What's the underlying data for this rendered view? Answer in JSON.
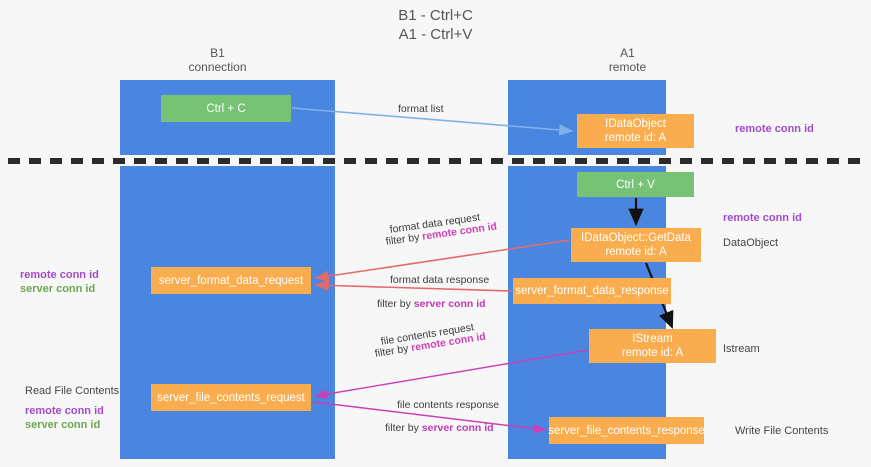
{
  "title": {
    "line1": "B1 - Ctrl+C",
    "line2": "A1 - Ctrl+V"
  },
  "columns": [
    {
      "name": "B1",
      "subtitle": "connection"
    },
    {
      "name": "A1",
      "subtitle": "remote"
    }
  ],
  "nodes": {
    "ctrl_c": {
      "label": "Ctrl + C",
      "color": "#77c376"
    },
    "idataobject": {
      "line1": "IDataObject",
      "line2": "remote id: A",
      "color": "#f9ad4e"
    },
    "ctrl_v": {
      "label": "Ctrl + V",
      "color": "#77c376"
    },
    "getdata": {
      "line1": "IDataObject::GetData",
      "line2": "remote id: A",
      "color": "#f9ad4e"
    },
    "server_format_data_request": {
      "label": "server_format_data_request",
      "color": "#f9ad4e"
    },
    "server_format_data_response": {
      "label": "server_format_data_response",
      "color": "#f9ad4e"
    },
    "istream": {
      "line1": "IStream",
      "line2": "remote id: A",
      "color": "#f9ad4e"
    },
    "server_file_contents_request": {
      "label": "server_file_contents_request",
      "color": "#f9ad4e"
    },
    "server_file_contents_response": {
      "label": "server_file_contents_response",
      "color": "#f9ad4e"
    }
  },
  "edges": {
    "format_list": {
      "label": "format list"
    },
    "format_data_request": {
      "line1": "format data request",
      "prefix": "filter by ",
      "highlight": "remote conn id"
    },
    "format_data_response": {
      "line1": "format data response",
      "prefix": "filter by ",
      "highlight": "server conn id"
    },
    "file_contents_request": {
      "line1": "file contents request",
      "prefix": "filter by ",
      "highlight": "remote conn id"
    },
    "file_contents_response": {
      "line1": "file contents response",
      "prefix": "filter by ",
      "highlight": "server conn id"
    }
  },
  "annotations": {
    "remote_conn_id_top": "remote conn id",
    "remote_conn_id_mid": "remote conn id",
    "dataobject": "DataObject",
    "istream": "Istream",
    "write_file_contents": "Write File Contents",
    "read_file_contents": "Read File Contents",
    "left_mid_remote": "remote conn id",
    "left_mid_server": "server conn id",
    "left_bot_remote": "remote conn id",
    "left_bot_server": "server conn id"
  },
  "colors": {
    "lane": "#4a86e0",
    "green_node": "#77c376",
    "orange_node": "#f9ad4e",
    "purple_text": "#a24bc8",
    "green_text": "#6aa84f",
    "pink_arrow": "#d64b4b",
    "magenta_arrow": "#cc3fb8",
    "light_blue_arrow": "#7fb3e8",
    "divider": "#2b2b2b"
  }
}
